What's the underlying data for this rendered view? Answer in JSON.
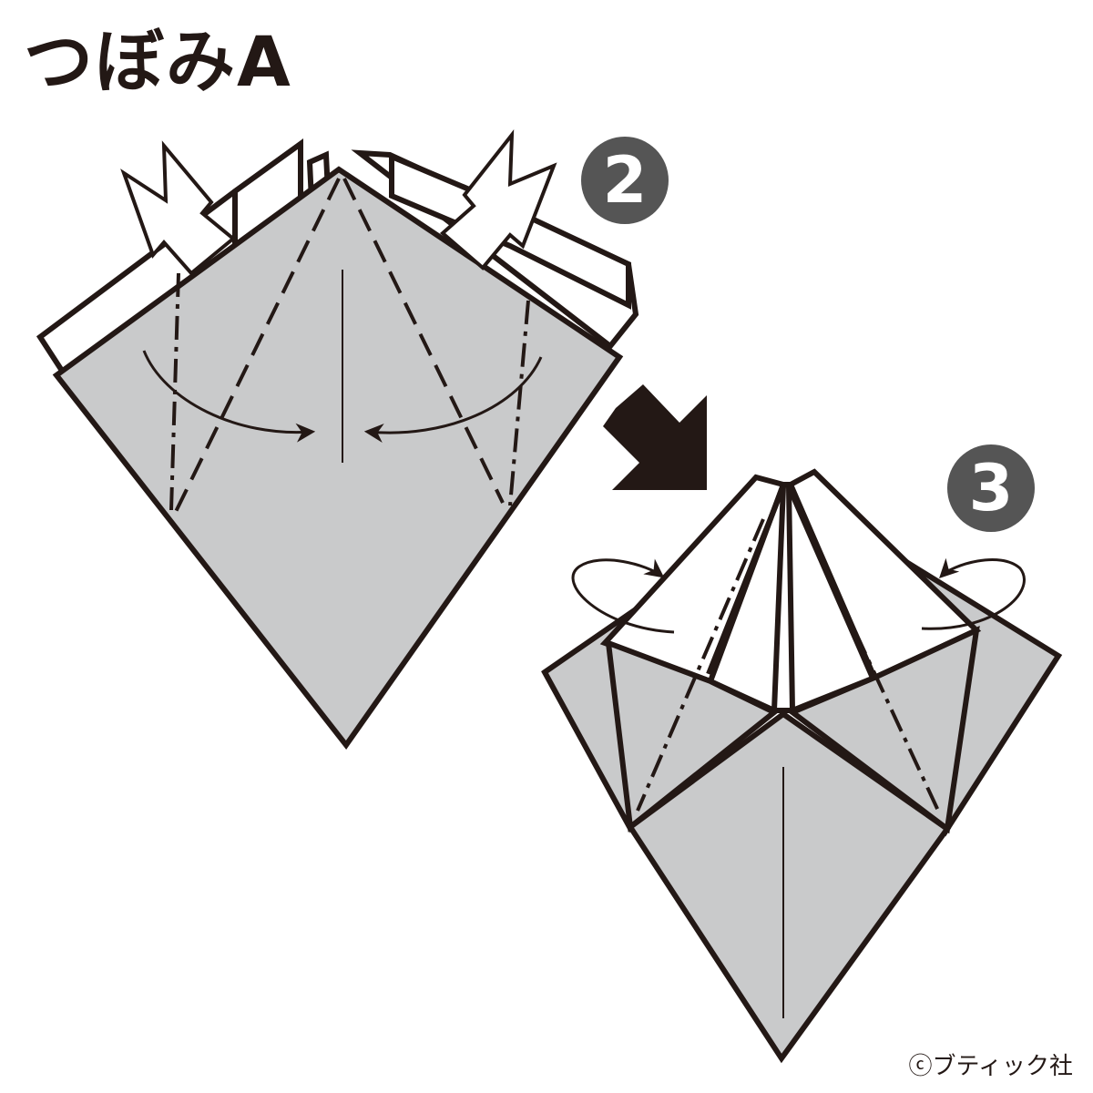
{
  "title": "つぼみA",
  "steps": [
    {
      "number": "2"
    },
    {
      "number": "3"
    }
  ],
  "credit": "ⓒブティック社",
  "colors": {
    "paper_gray": "#c9cacb",
    "line": "#231815",
    "badge": "#555555"
  },
  "icons": {
    "squash_arrows": "hollow-push-arrow-icon",
    "next_step": "black-diagonal-arrow-icon",
    "fold_behind": "loop-arrow-icon"
  }
}
